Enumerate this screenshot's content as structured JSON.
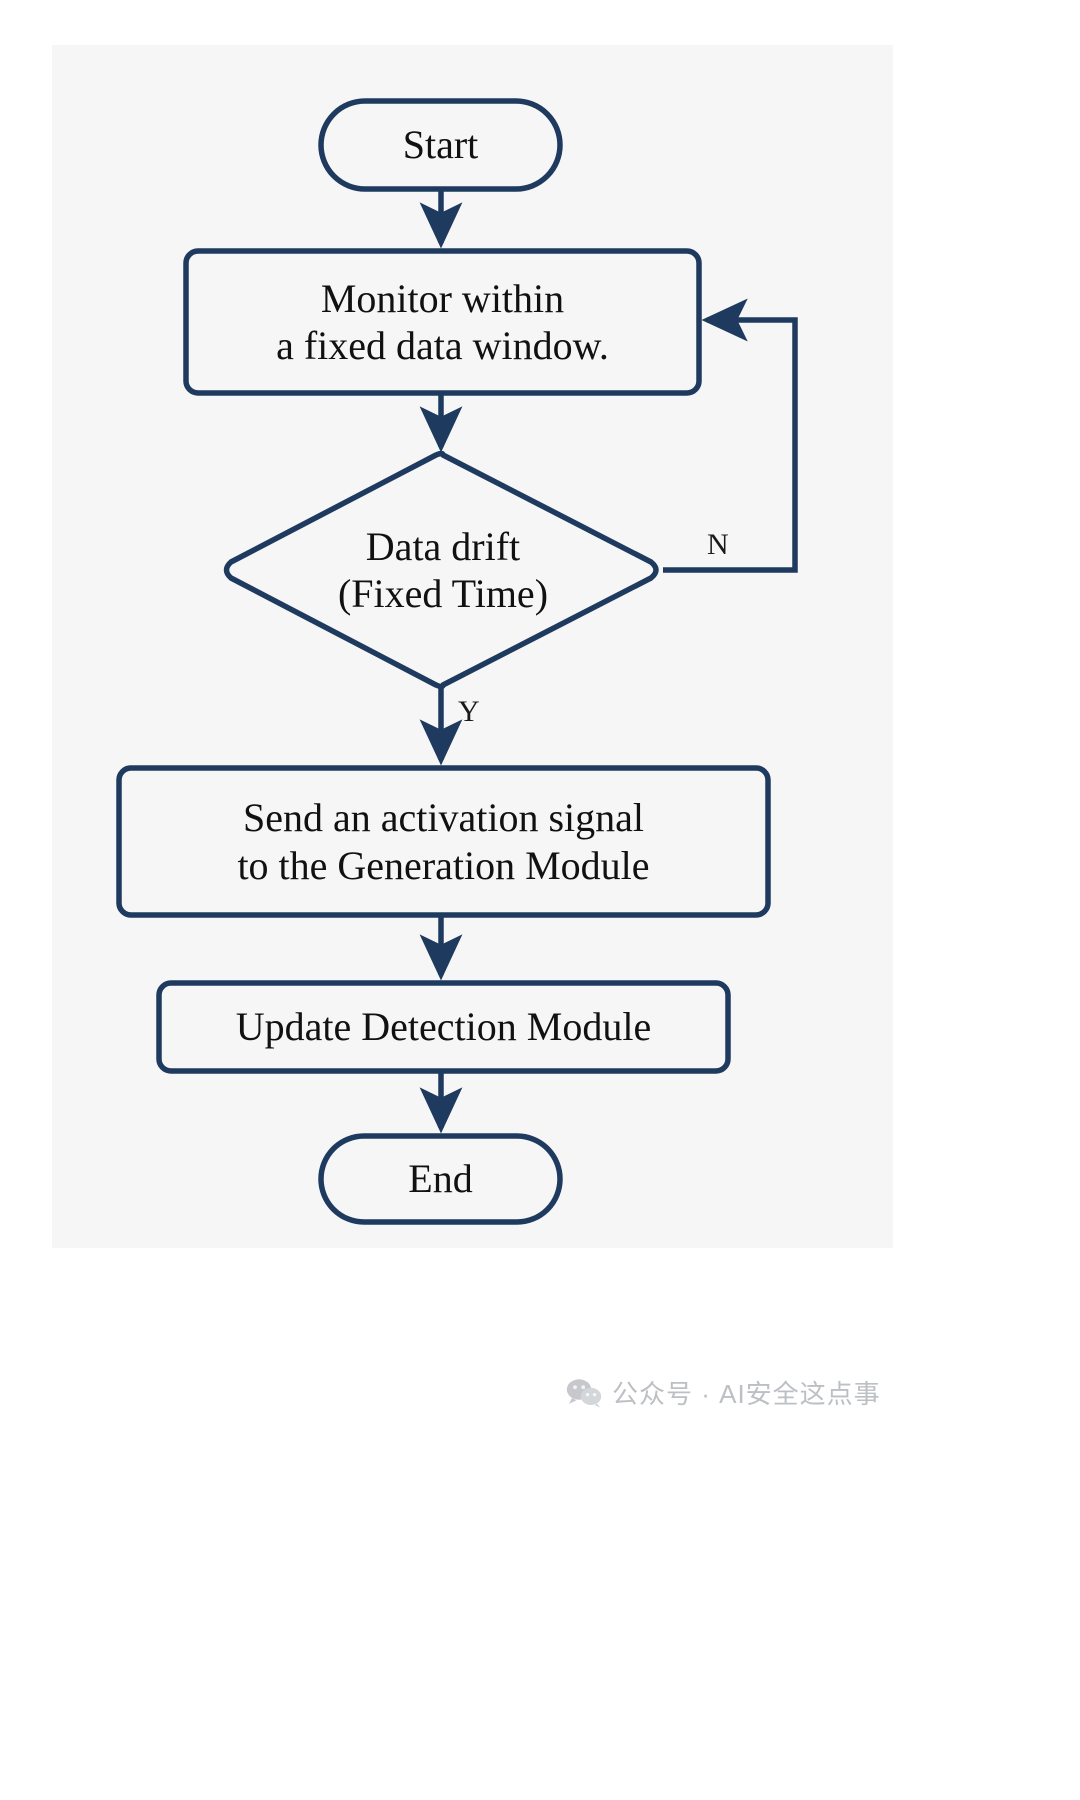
{
  "figure": {
    "type": "flowchart",
    "title": "Detection Module monitoring and update flow",
    "background_color": "#ffffff",
    "panel_color": "#f6f6f6",
    "stroke_color": "#1f3a5f",
    "text_color": "#111111"
  },
  "nodes": [
    {
      "id": "start",
      "shape": "terminal",
      "label": "Start"
    },
    {
      "id": "monitor",
      "shape": "process",
      "label": "Monitor within\na fixed data window."
    },
    {
      "id": "decision",
      "shape": "decision",
      "label": "Data drift\n(Fixed Time)"
    },
    {
      "id": "send",
      "shape": "process",
      "label": "Send an activation signal\nto the Generation Module"
    },
    {
      "id": "update",
      "shape": "process",
      "label": "Update Detection Module"
    },
    {
      "id": "end",
      "shape": "terminal",
      "label": "End"
    }
  ],
  "edges": [
    {
      "id": "e1",
      "from": "start",
      "to": "monitor",
      "label": ""
    },
    {
      "id": "e2",
      "from": "monitor",
      "to": "decision",
      "label": ""
    },
    {
      "id": "e3",
      "from": "decision",
      "to": "send",
      "label": "Y"
    },
    {
      "id": "e4",
      "from": "decision",
      "to": "monitor",
      "label": "N"
    },
    {
      "id": "e5",
      "from": "send",
      "to": "update",
      "label": ""
    },
    {
      "id": "e6",
      "from": "update",
      "to": "end",
      "label": ""
    }
  ],
  "watermark": {
    "icon": "wechat-icon",
    "text": "公众号 · AI安全这点事"
  }
}
